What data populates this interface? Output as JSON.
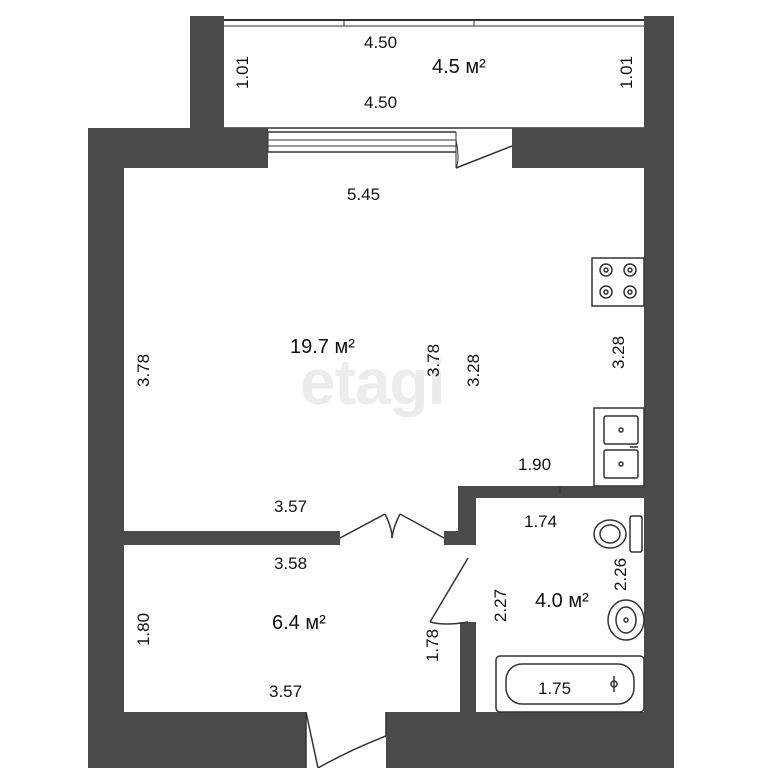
{
  "watermark": "etagi",
  "colors": {
    "wall": "#4a4a4a",
    "line": "#222222",
    "background": "#ffffff"
  },
  "rooms": {
    "balcony": {
      "area": "4.5 м²",
      "width_top": "4.50",
      "width_bottom": "4.50",
      "depth_left": "1.01",
      "depth_right": "1.01"
    },
    "main": {
      "area": "19.7 м²",
      "width_top": "5.45",
      "width_bottom": "3.57",
      "height_left": "3.78",
      "height_mid": "3.78",
      "height_mid2": "3.28",
      "height_right": "3.28",
      "kitchen_len": "1.90"
    },
    "bedroom": {
      "area": "6.4 м²",
      "width_top": "3.58",
      "width_bottom": "3.57",
      "height_left": "1.80",
      "height_right": "1.78"
    },
    "bathroom": {
      "area": "4.0 м²",
      "width_top": "1.74",
      "height_left": "2.27",
      "height_right": "2.26",
      "bath_len": "1.75"
    }
  }
}
